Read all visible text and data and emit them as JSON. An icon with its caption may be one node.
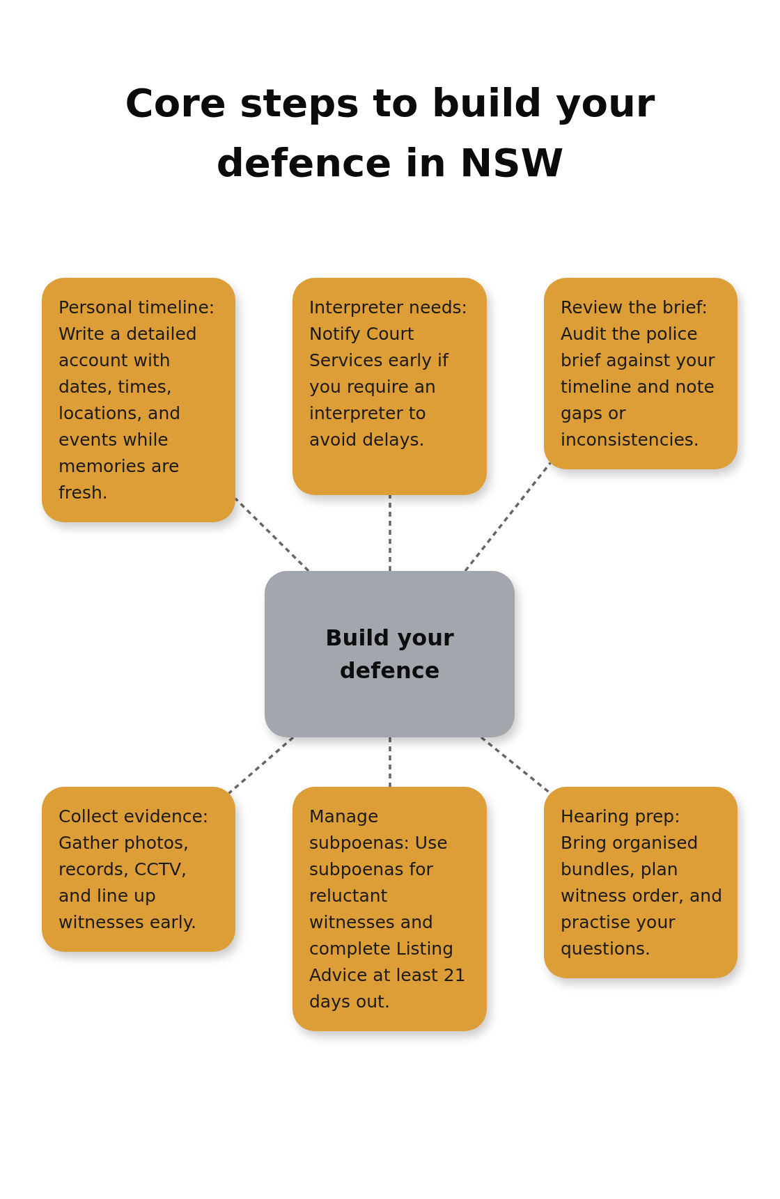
{
  "diagram": {
    "title": "Core steps to build your defence in NSW",
    "nodes": [
      {
        "text": [
          "Personal timeline: Write a detailed account with dates, times, locations, and events while memories are fresh."
        ]
      },
      {
        "text": [
          "Interpreter needs: Notify Court Services early if you require an interpreter to avoid delays."
        ]
      },
      {
        "text": [
          "Review the brief: Audit the police brief against your timeline and note gaps or inconsistencies."
        ]
      },
      {
        "text": [
          "Build your defence"
        ]
      },
      {
        "text": [
          "Collect evidence: Gather photos, records, CCTV, and line up witnesses early."
        ]
      },
      {
        "text": [
          "Manage subpoenas: Use subpoenas for reluctant witnesses and complete Listing Advice at least 21 days out."
        ]
      },
      {
        "text": [
          "Hearing prep: Bring organised bundles, plan witness order, and practise your questions."
        ]
      }
    ],
    "edges": [
      {
        "from": 3,
        "to": 0,
        "arrow": "none",
        "style": "dashed"
      },
      {
        "from": 3,
        "to": 1,
        "arrow": "none",
        "style": "dashed"
      },
      {
        "from": 3,
        "to": 2,
        "arrow": "none",
        "style": "dashed"
      },
      {
        "from": 3,
        "to": 4,
        "arrow": "none",
        "style": "dashed"
      },
      {
        "from": 3,
        "to": 5,
        "arrow": "none",
        "style": "dashed"
      },
      {
        "from": 3,
        "to": 6,
        "arrow": "none",
        "style": "dashed"
      }
    ]
  }
}
